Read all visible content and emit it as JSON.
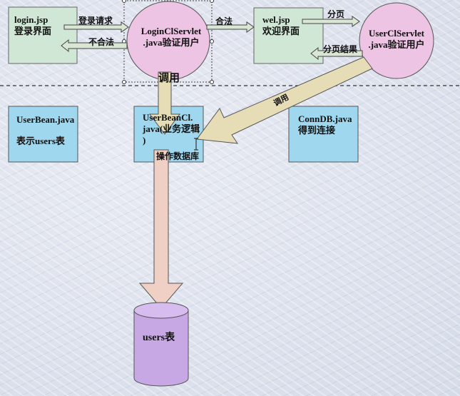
{
  "nodes": {
    "login": {
      "line1": "login.jsp",
      "line2": "登录界面"
    },
    "login_servlet": {
      "line1": "LoginClServlet",
      "line2": ".java验证用户"
    },
    "wel": {
      "line1": "wel.jsp",
      "line2": "欢迎界面"
    },
    "user_servlet": {
      "line1": "UserClServlet",
      "line2": ".java验证用户"
    },
    "userbean": {
      "line1": "UserBean.java",
      "line2": "表示users表"
    },
    "userbeancl": {
      "line1": "UserBeanCl.",
      "line2": "java(业务逻辑",
      "line3": ")"
    },
    "conndb": {
      "line1": "ConnDB.java",
      "line2": "得到连接"
    },
    "users_table": {
      "label": "users表"
    }
  },
  "edges": {
    "login_request": "登录请求",
    "illegal": "不合法",
    "legal": "合法",
    "paging": "分页",
    "paging_result": "分页结果",
    "call": "调用",
    "call2": "调用",
    "operate_db": "操作数据库"
  },
  "colors": {
    "box_green": "#cfe7d4",
    "box_blue": "#9fd7ee",
    "ellipse_pink": "#eec4e4",
    "arrow_tan": "#e6ddb7",
    "arrow_pink": "#f0cfc4",
    "cylinder_purple": "#c7a8e4"
  }
}
